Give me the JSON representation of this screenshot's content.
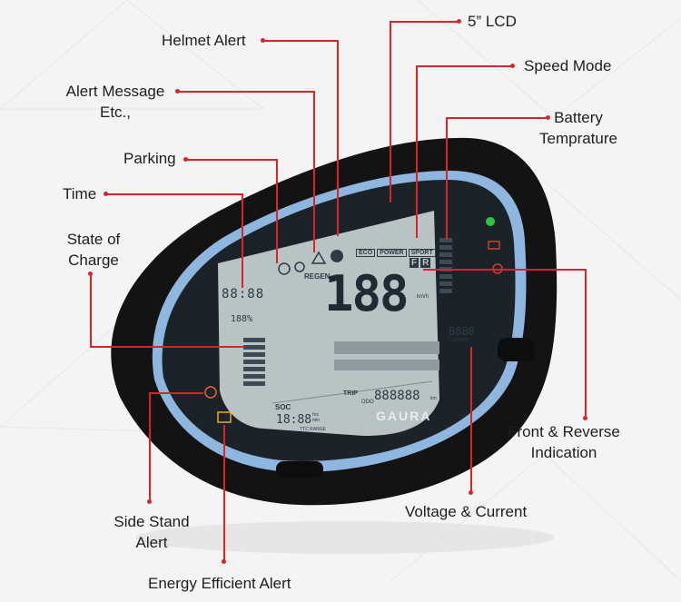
{
  "labels": {
    "lcd": "5” LCD",
    "helmet_alert": "Helmet Alert",
    "speed_mode": "Speed Mode",
    "alert_message_line1": "Alert Message",
    "alert_message_line2": "Etc.,",
    "battery_temp_line1": "Battery",
    "battery_temp_line2": "Temprature",
    "parking": "Parking",
    "time": "Time",
    "state_of_charge_line1": "State of",
    "state_of_charge_line2": "Charge",
    "front_reverse_line1": "Front & Reverse",
    "front_reverse_line2": "Indication",
    "voltage_current": "Voltage & Current",
    "side_stand_line1": "Side Stand",
    "side_stand_line2": "Alert",
    "energy_efficient": "Energy Efficient Alert"
  },
  "display": {
    "speed": "188",
    "clock": "88:88",
    "soc_percent": "188%",
    "regen": "REGEN",
    "modes": [
      "ECO",
      "POWER",
      "SPORT"
    ],
    "gear_f": "F",
    "gear_r": "R",
    "speed_unit": "km/h",
    "soc_label": "SOC",
    "ttc_value": "18:88",
    "ttc_unit_top": "hrs",
    "ttc_unit_bottom": "min",
    "ttc_label": "TTC RANGE",
    "trip_label": "TRIP",
    "odo_label": "ODO",
    "odometer": "888888",
    "odometer_unit": "km",
    "current_value": "8888",
    "current_label": "CURRENT",
    "brand": "GAURA"
  },
  "colors": {
    "accent": "#d7262b",
    "lcd_background": "#b9c3c4",
    "bezel": "#111111",
    "trim": "#8fb6de"
  }
}
